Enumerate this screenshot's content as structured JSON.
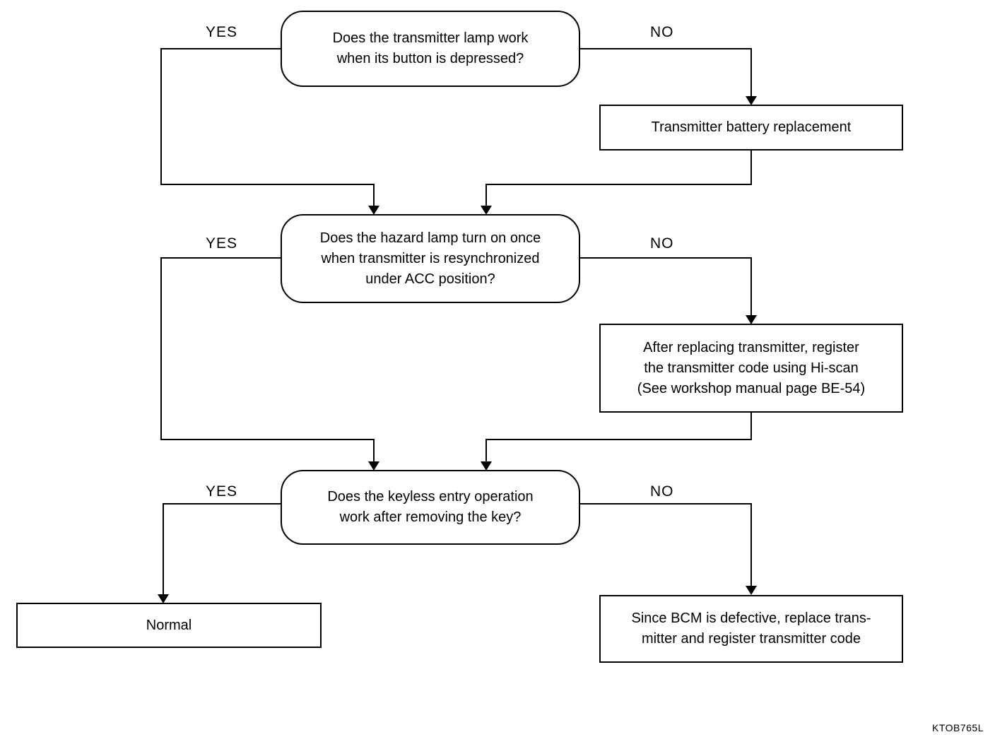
{
  "diagram": {
    "type": "flowchart",
    "colors": {
      "background": "#ffffff",
      "line": "#000000",
      "text": "#000000"
    },
    "edge_labels": {
      "yes": "YES",
      "no": "NO"
    },
    "nodes": {
      "q1": {
        "type": "decision",
        "text": "Does the transmitter lamp work\nwhen its button is depressed?"
      },
      "battery": {
        "type": "action",
        "text": "Transmitter battery replacement"
      },
      "q2": {
        "type": "decision",
        "text": "Does the hazard lamp turn on once\nwhen transmitter is resynchronized\nunder ACC position?"
      },
      "register": {
        "type": "action",
        "text": "After replacing transmitter, register\nthe transmitter code using Hi-scan\n(See workshop manual page BE-54)"
      },
      "q3": {
        "type": "decision",
        "text": "Does the keyless entry operation\nwork after removing the key?"
      },
      "normal": {
        "type": "action",
        "text": "Normal"
      },
      "bcm": {
        "type": "action",
        "text": "Since BCM is defective, replace trans-\nmitter and register transmitter code"
      }
    },
    "footer_code": "KTOB765L"
  }
}
